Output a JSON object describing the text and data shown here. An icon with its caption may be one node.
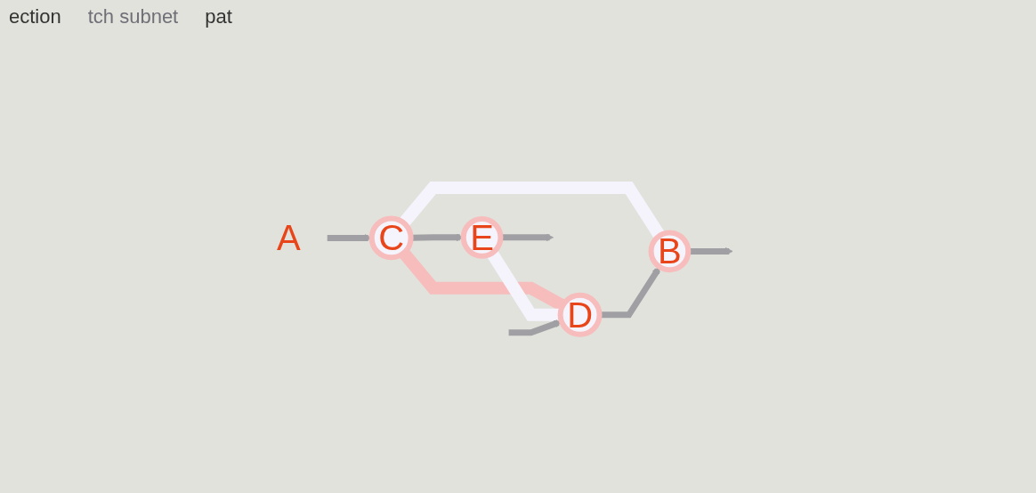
{
  "diagram": {
    "nodes": [
      {
        "text": [
          "A"
        ]
      },
      {
        "text": [
          "C"
        ]
      },
      {
        "text": [
          "E"
        ]
      },
      {
        "text": [
          "B"
        ]
      },
      {
        "text": [
          "D"
        ]
      }
    ],
    "edges": [
      {
        "from": 0,
        "to": 1,
        "arrow": "to"
      },
      {
        "from": 1,
        "to": 2,
        "arrow": "to"
      },
      {
        "from": 2,
        "to": null,
        "arrow": "to"
      },
      {
        "from": 1,
        "to": 3,
        "arrow": "none",
        "style": "thick",
        "color": "#f5f3fc"
      },
      {
        "from": 1,
        "to": 4,
        "arrow": "none",
        "style": "thick",
        "color": "#f7bcbc"
      },
      {
        "from": 2,
        "to": 4,
        "arrow": "none",
        "style": "thick",
        "color": "#f5f3fc"
      },
      {
        "from": 4,
        "to": 3,
        "arrow": "to"
      },
      {
        "from": 3,
        "to": null,
        "arrow": "to"
      },
      {
        "from": null,
        "to": 4,
        "arrow": "to"
      }
    ],
    "labels": [
      "ection",
      "tch subnet",
      "pat"
    ]
  }
}
